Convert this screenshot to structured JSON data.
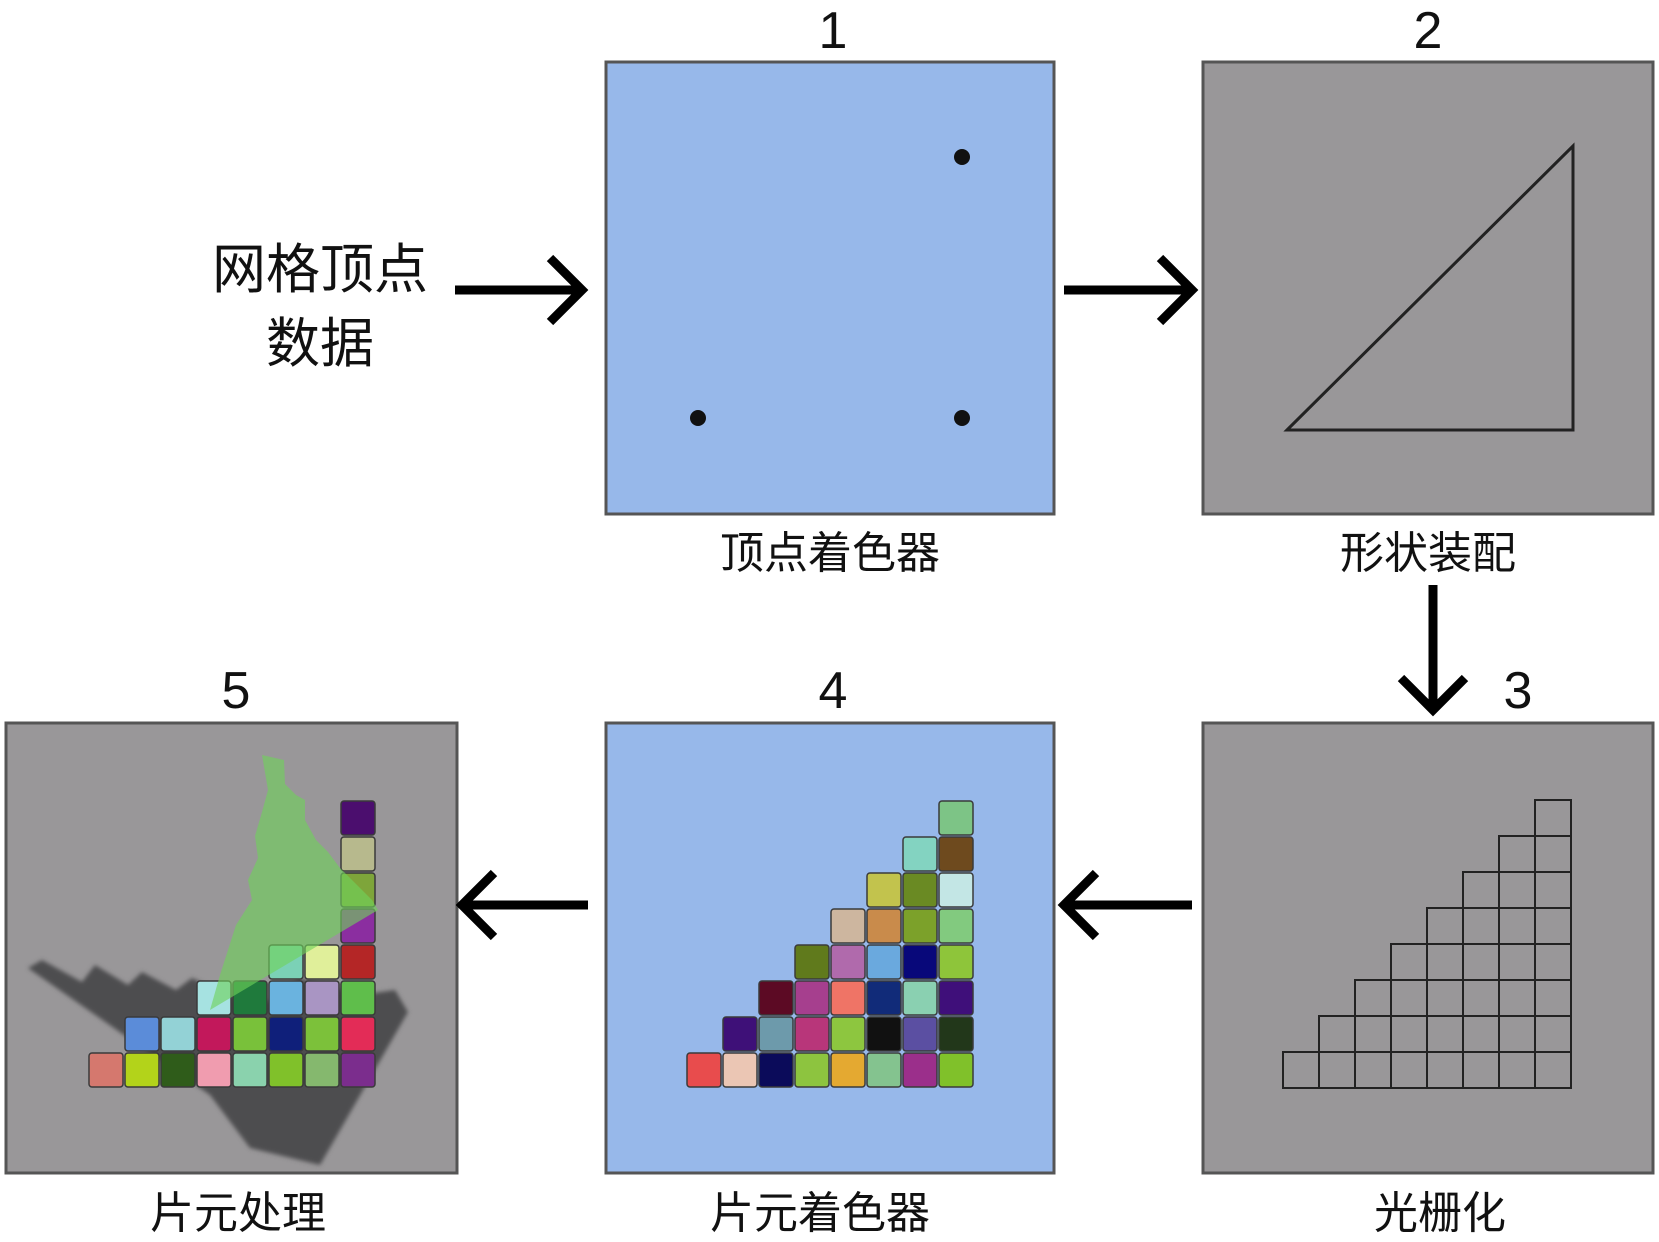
{
  "input_label": {
    "line1": "网格顶点",
    "line2": "数据"
  },
  "stages": [
    {
      "number": "1",
      "caption": "顶点着色器"
    },
    {
      "number": "2",
      "caption": "形状装配"
    },
    {
      "number": "3",
      "caption": "光栅化"
    },
    {
      "number": "4",
      "caption": "片元着色器"
    },
    {
      "number": "5",
      "caption": "片元处理"
    }
  ],
  "colors": {
    "shader_panel": "#97b8ea",
    "fixed_panel": "#999799",
    "panel_border": "#555555",
    "arrow": "#000000"
  },
  "fragment_colors": [
    [
      "#7dc486"
    ],
    [
      "#83d3c1",
      "#6e4a1e"
    ],
    [
      "#c2c34d",
      "#6a8a23",
      "#c3e6e5"
    ],
    [
      "#cdb69f",
      "#c98b4b",
      "#7ca12a",
      "#82ca7f"
    ],
    [
      "#607a1c",
      "#b06aac",
      "#6aa9de",
      "#08087a",
      "#8ec53a"
    ],
    [
      "#5c0a24",
      "#a63f8e",
      "#ef7466",
      "#112b79",
      "#8ad0b1",
      "#3f0f7a"
    ],
    [
      "#3e1078",
      "#6d9aab",
      "#b8367a",
      "#8dc63f",
      "#111111",
      "#5b4fa2",
      "#22371a"
    ],
    [
      "#e84c4d",
      "#ebc6b4",
      "#0b0b5a",
      "#8dc43f",
      "#e4a931",
      "#84c38f",
      "#9b2f8b",
      "#80c12a"
    ]
  ],
  "processed_colors": [
    [
      "#4b0e6e"
    ],
    [
      "#b7b98d"
    ],
    [
      "#7ea53a"
    ],
    [
      "#8b2ea0"
    ],
    [
      "#7bd1b6",
      "#e0ef9a",
      "#b42626"
    ],
    [
      "#a6e2e1",
      "#1f7a3c",
      "#6ab3df",
      "#a995c3",
      "#5fbe4b"
    ],
    [
      "#5b8cd9",
      "#93d2d6",
      "#c2185b",
      "#79c13a",
      "#0f1f7a",
      "#7cc13a",
      "#e32c57"
    ],
    [
      "#d5786e",
      "#b3d31a",
      "#2f5c1a",
      "#f09caf",
      "#8ad2ad",
      "#80c12a",
      "#85b86e",
      "#7b2d8d"
    ]
  ]
}
